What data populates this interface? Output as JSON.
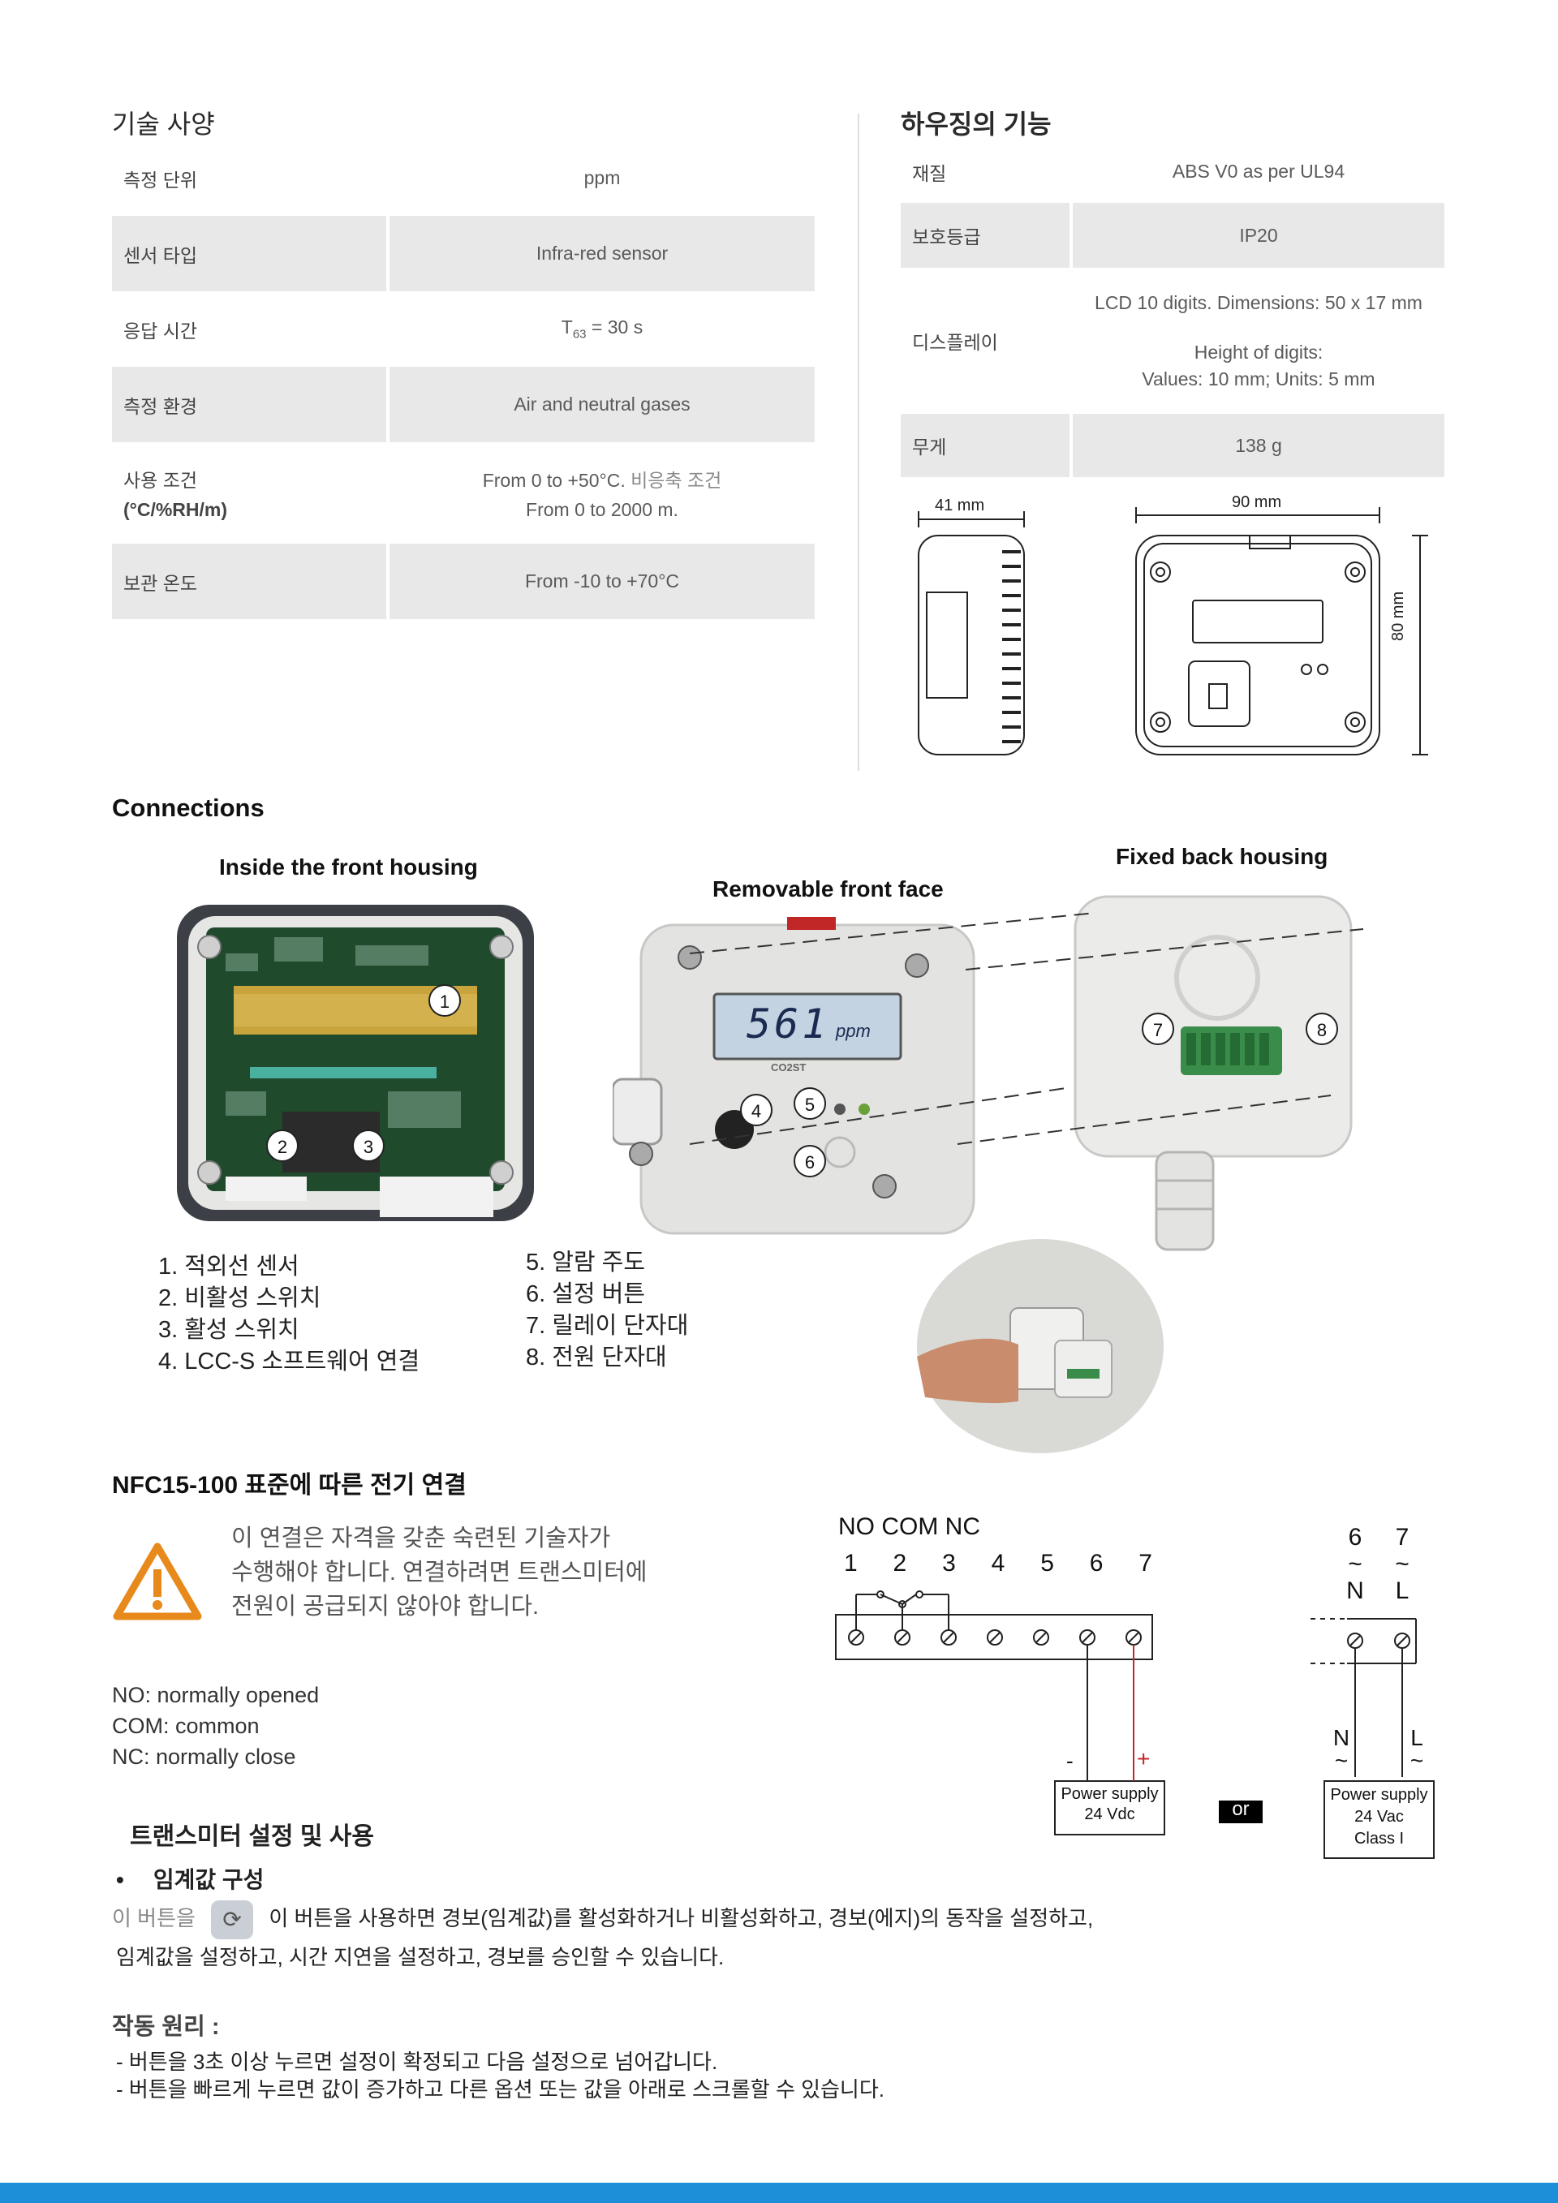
{
  "tech_specs": {
    "title": "기술 사양",
    "rows": [
      {
        "label": "측정 단위",
        "value": "ppm"
      },
      {
        "label": "센서 타입",
        "value": "Infra-red sensor"
      },
      {
        "label": "응답 시간",
        "value_main": "T",
        "value_sub": "63",
        "value_rest": " = 30 s"
      },
      {
        "label": "측정 환경",
        "value": "Air and neutral gases"
      },
      {
        "label": "사용 조건",
        "label_unit": "(°C/%RH/m)",
        "value_line1_a": "From 0 to +50°C. ",
        "value_line1_b": "비응축 조건",
        "value_line2": "From 0 to 2000 m."
      },
      {
        "label": "보관 온도",
        "value": "From -10 to +70°C"
      }
    ]
  },
  "housing": {
    "title": "하우징의 기능",
    "rows": [
      {
        "label": "재질",
        "value": "ABS V0 as per UL94"
      },
      {
        "label": "보호등급",
        "value": "IP20"
      },
      {
        "label": "디스플레이",
        "value_line1": "LCD 10 digits. Dimensions: 50 x 17 mm",
        "value_line2": "Height of digits:",
        "value_line3": "Values: 10 mm; Units: 5 mm"
      },
      {
        "label": "무게",
        "value": "138 g"
      }
    ],
    "dims": {
      "side_width": "41 mm",
      "front_width": "90 mm",
      "front_height": "80 mm"
    }
  },
  "connections": {
    "title": "Connections",
    "label_inside": "Inside the front housing",
    "label_front": "Removable front face",
    "label_back": "Fixed back housing",
    "display_value": "561",
    "display_unit": "ppm",
    "device_brand": "CO2ST",
    "markers": [
      "1",
      "2",
      "3",
      "4",
      "5",
      "6",
      "7",
      "8"
    ],
    "list_left": [
      "1. 적외선 센서",
      "2. 비활성 스위치",
      "3. 활성 스위치",
      "4. LCC-S 소프트웨어 연결"
    ],
    "list_right": [
      "5. 알람 주도",
      "6. 설정 버튼",
      "7. 릴레이 단자대",
      "8. 전원 단자대"
    ]
  },
  "electrical": {
    "title": "NFC15-100 표준에 따른 전기 연결",
    "warning_lines": [
      "이 연결은 자격을 갖춘 숙련된 기술자가",
      "수행해야 합니다. 연결하려면 트랜스미터에",
      "전원이 공급되지 않아야 합니다."
    ],
    "legend": [
      "NO: normally opened",
      "COM: common",
      "NC: normally close"
    ],
    "relay_header": "NO COM NC",
    "terminals": [
      "1",
      "2",
      "3",
      "4",
      "5",
      "6",
      "7"
    ],
    "dc_minus": "-",
    "dc_plus": "+",
    "dc_supply": [
      "Power supply",
      "24 Vdc"
    ],
    "or_label": "or",
    "ac_terminals": [
      "6",
      "7"
    ],
    "ac_tilde": "~",
    "ac_labels": [
      "N",
      "L"
    ],
    "ac_supply": [
      "Power supply",
      "24 Vac",
      "Class I"
    ]
  },
  "setup": {
    "title": "트랜스미터 설정 및 사용",
    "bullet": "임계값  구성",
    "line1_prefix": "이 버튼을",
    "line1_rest": "이 버튼을 사용하면 경보(임계값)를 활성화하거나 비활성화하고, 경보(에지)의 동작을 설정하고,",
    "line2": "임계값을 설정하고, 시간 지연을 설정하고, 경보를 승인할 수 있습니다.",
    "principle_title": "작동 원리 :",
    "principle_lines": [
      "- 버튼을 3초 이상 누르면 설정이 확정되고 다음 설정으로 넘어갑니다.",
      "- 버튼을 빠르게 누르면 값이 증가하고 다른 옵션 또는 값을 아래로 스크롤할 수 있습니다."
    ]
  },
  "colors": {
    "accent_blue": "#1d8fd8",
    "warning_orange": "#e8891b",
    "table_shade": "#e8e8e8",
    "relay_red": "#c0282d"
  }
}
